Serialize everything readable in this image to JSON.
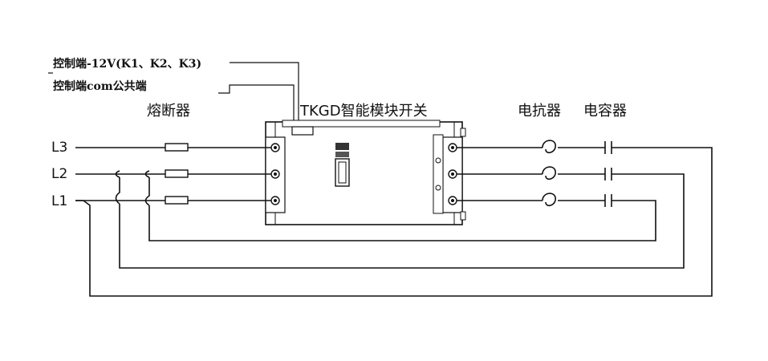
{
  "labels": {
    "control_12v": "控制端-12V(K1、K2、K3)",
    "control_com": "控制端com公共端",
    "fuse": "熔断器",
    "module": "TKGD智能模块开关",
    "reactor": "电抗器",
    "capacitor": "电容器",
    "phase_l3": "L3",
    "phase_l2": "L2",
    "phase_l1": "L1"
  }
}
